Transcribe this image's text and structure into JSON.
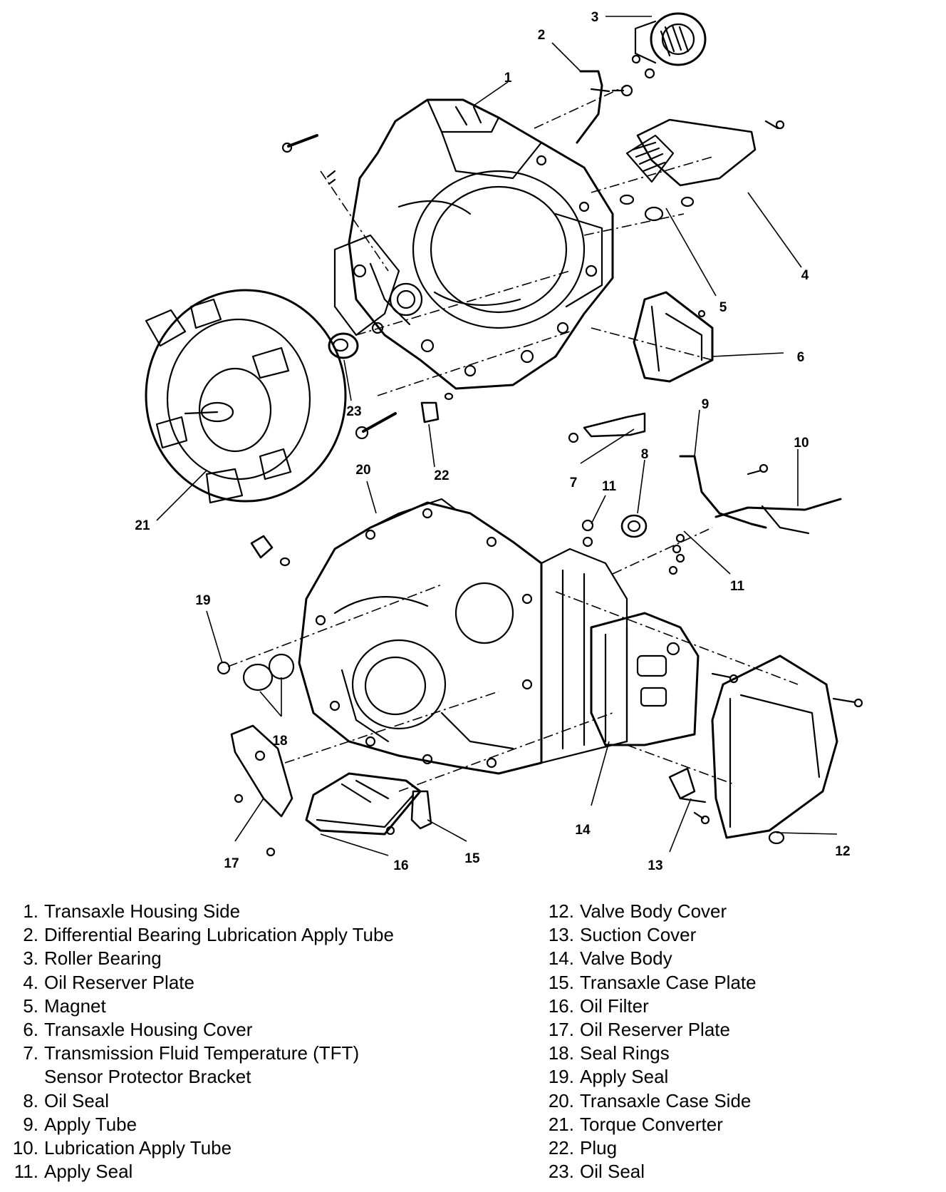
{
  "callouts": [
    {
      "number": "1"
    },
    {
      "number": "2"
    },
    {
      "number": "3"
    },
    {
      "number": "4"
    },
    {
      "number": "5"
    },
    {
      "number": "6"
    },
    {
      "number": "7"
    },
    {
      "number": "8"
    },
    {
      "number": "9"
    },
    {
      "number": "10"
    },
    {
      "number": "11"
    },
    {
      "number": "11"
    },
    {
      "number": "12"
    },
    {
      "number": "13"
    },
    {
      "number": "14"
    },
    {
      "number": "15"
    },
    {
      "number": "16"
    },
    {
      "number": "17"
    },
    {
      "number": "18"
    },
    {
      "number": "19"
    },
    {
      "number": "20"
    },
    {
      "number": "21"
    },
    {
      "number": "22"
    },
    {
      "number": "23"
    }
  ],
  "legend": {
    "left": [
      {
        "num": "1.",
        "text": "Transaxle Housing Side"
      },
      {
        "num": "2.",
        "text": "Differential Bearing Lubrication Apply Tube"
      },
      {
        "num": "3.",
        "text": "Roller Bearing"
      },
      {
        "num": "4.",
        "text": "Oil Reserver Plate"
      },
      {
        "num": "5.",
        "text": "Magnet"
      },
      {
        "num": "6.",
        "text": "Transaxle Housing Cover"
      },
      {
        "num": "7.",
        "text": "Transmission Fluid Temperature (TFT)",
        "cont": "Sensor Protector Bracket"
      },
      {
        "num": "8.",
        "text": "Oil Seal"
      },
      {
        "num": "9.",
        "text": "Apply Tube"
      },
      {
        "num": "10.",
        "text": "Lubrication Apply Tube"
      },
      {
        "num": "11.",
        "text": "Apply Seal"
      }
    ],
    "right": [
      {
        "num": "12.",
        "text": "Valve Body Cover"
      },
      {
        "num": "13.",
        "text": "Suction Cover"
      },
      {
        "num": "14.",
        "text": "Valve Body"
      },
      {
        "num": "15.",
        "text": "Transaxle Case Plate"
      },
      {
        "num": "16.",
        "text": "Oil Filter"
      },
      {
        "num": "17.",
        "text": "Oil Reserver Plate"
      },
      {
        "num": "18.",
        "text": "Seal Rings"
      },
      {
        "num": "19.",
        "text": "Apply Seal"
      },
      {
        "num": "20.",
        "text": "Transaxle Case Side"
      },
      {
        "num": "21.",
        "text": "Torque Converter"
      },
      {
        "num": "22.",
        "text": "Plug"
      },
      {
        "num": "23.",
        "text": "Oil Seal"
      }
    ]
  }
}
